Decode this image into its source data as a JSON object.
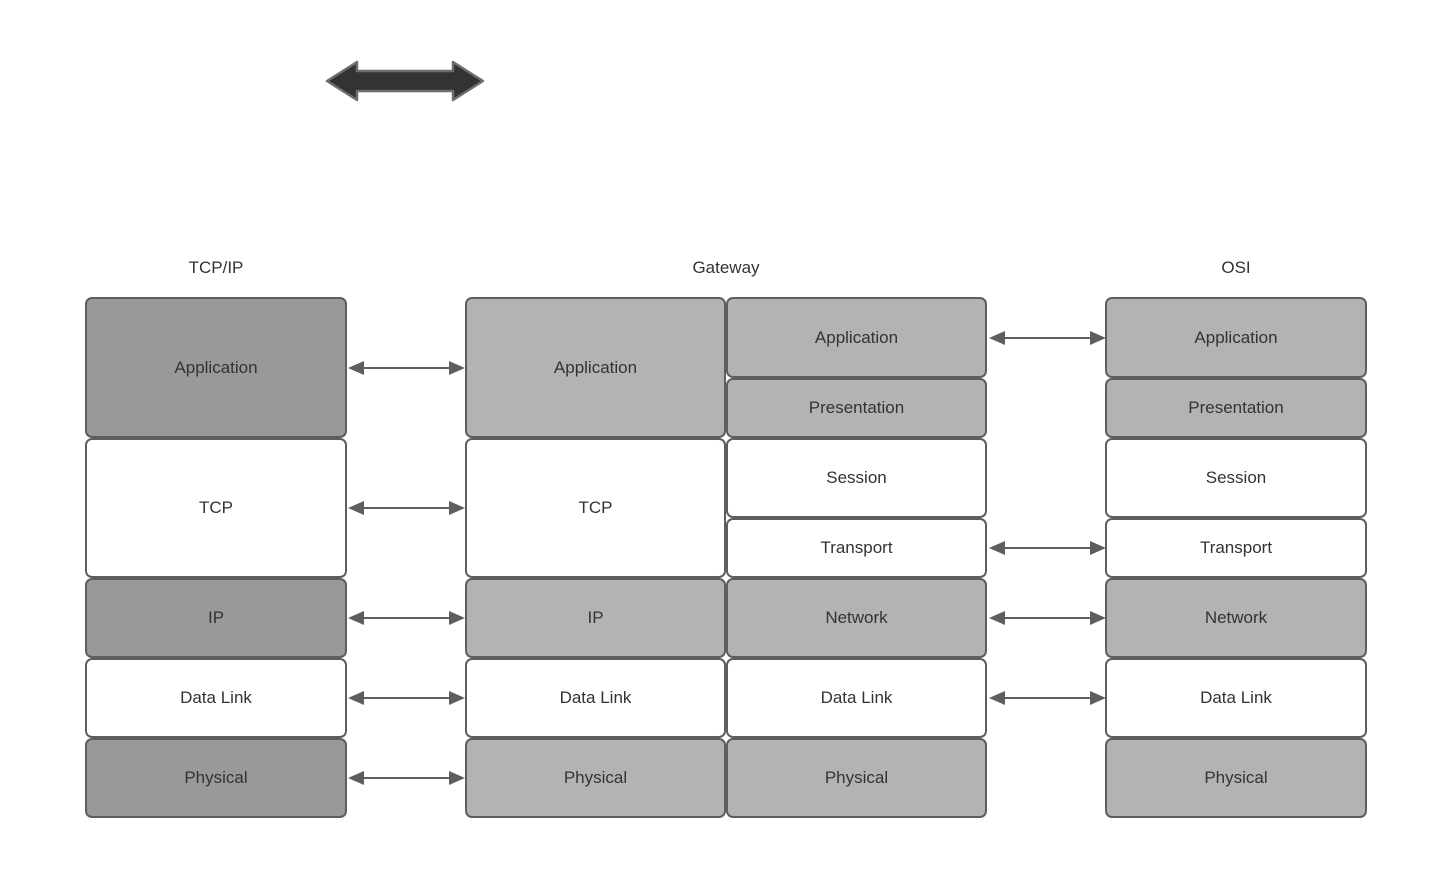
{
  "colors": {
    "canvas-bg": "#ffffff",
    "box-dark": "#999999",
    "box-light": "#b3b3b3",
    "box-white": "#ffffff",
    "box-border": "#5e5e5e",
    "text": "#333333",
    "arrow": "#5e5e5e",
    "thick-arrow-fill": "#333333",
    "thick-arrow-stroke": "#6e6e6e"
  },
  "icons": {
    "top_arrow": "bidirectional-arrow-icon",
    "link_arrow": "double-headed-arrow"
  },
  "diagram": {
    "tcpip": {
      "header": "TCP/IP",
      "rows": [
        "Application",
        "TCP",
        "IP",
        "Data Link",
        "Physical"
      ]
    },
    "gateway": {
      "header": "Gateway",
      "left_rows": [
        "Application",
        "TCP",
        "IP",
        "Data Link",
        "Physical"
      ],
      "right_rows": [
        "Application",
        "Presentation",
        "Session",
        "Transport",
        "Network",
        "Data Link",
        "Physical"
      ]
    },
    "osi": {
      "header": "OSI",
      "rows": [
        "Application",
        "Presentation",
        "Session",
        "Transport",
        "Network",
        "Data Link",
        "Physical"
      ]
    }
  }
}
